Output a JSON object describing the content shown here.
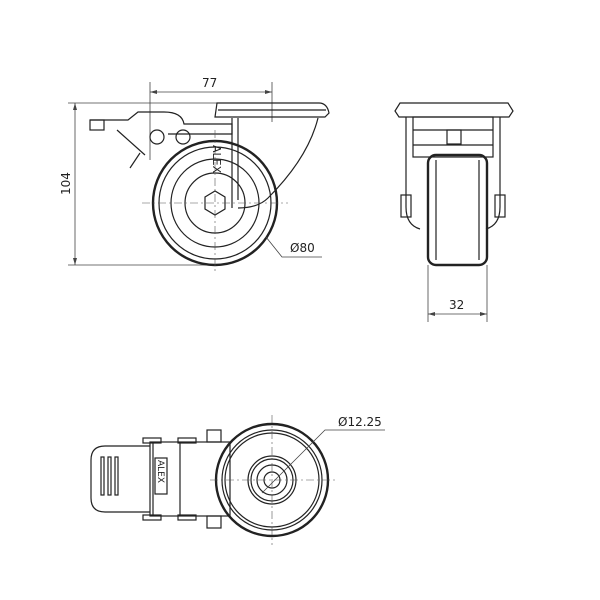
{
  "drawing": {
    "brand_logo": "ALEX",
    "side_view": {
      "width_dim": "77",
      "height_dim": "104",
      "wheel_diameter": "Ø80"
    },
    "front_view": {
      "tread_width_dim": "32"
    },
    "top_view": {
      "bore_diameter": "Ø12.25"
    }
  }
}
